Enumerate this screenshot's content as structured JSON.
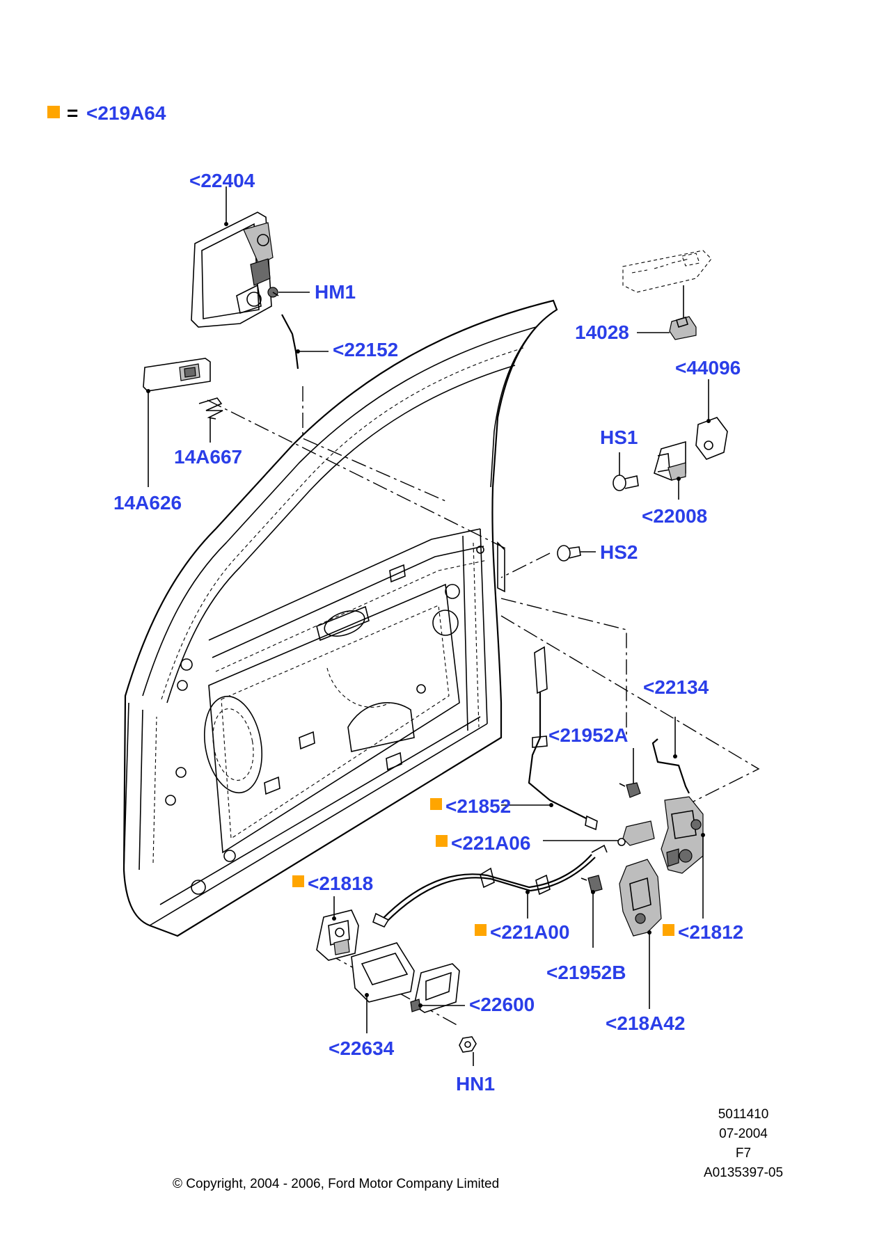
{
  "legend": {
    "marker_color": "#ffa500",
    "equals": "=",
    "code": "<219A64"
  },
  "labels": {
    "l22404": "<22404",
    "lHM1": "HM1",
    "l22152": "<22152",
    "l14028": "14028",
    "l44096": "<44096",
    "lHS1": "HS1",
    "l14A667": "14A667",
    "l14A626": "14A626",
    "l22008": "<22008",
    "lHS2": "HS2",
    "l22134": "<22134",
    "l21952A": "<21952A",
    "l21852": "<21852",
    "l221A06": "<221A06",
    "l21818": "<21818",
    "l221A00": "<221A00",
    "l21812": "<21812",
    "l21952B": "<21952B",
    "l22600": "<22600",
    "l218A42": "<218A42",
    "l22634": "<22634",
    "lHN1": "HN1"
  },
  "label_color": "#2a3ee8",
  "footer": {
    "ref_number": "5011410",
    "date": "07-2004",
    "code": "F7",
    "illustration_id": "A0135397-05",
    "copyright": "© Copyright, 2004 - 2006, Ford Motor Company Limited"
  }
}
